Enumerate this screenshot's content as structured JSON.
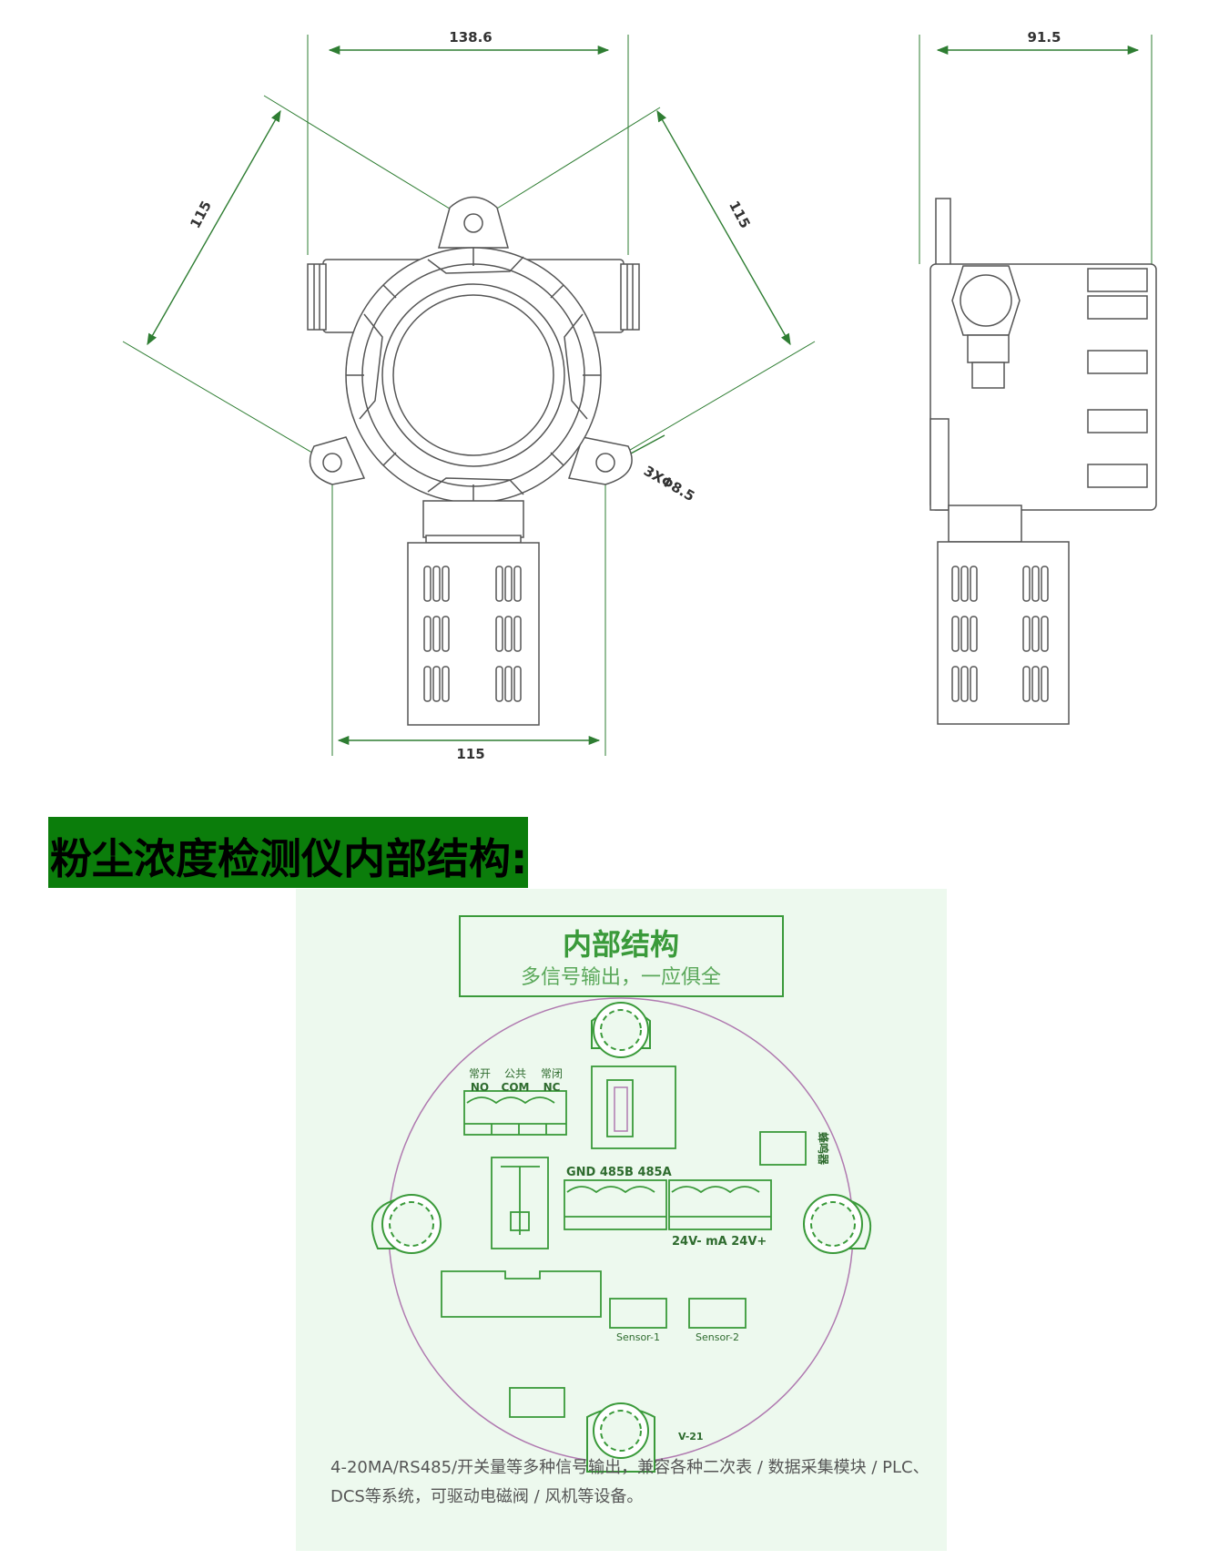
{
  "dimensions": {
    "front_width": "138.6",
    "side_depth": "91.5",
    "mount_left": "115",
    "mount_right": "115",
    "bottom_span": "115",
    "hole_note": "3XΦ8.5"
  },
  "section_title": "粉尘浓度检测仪内部结构:",
  "internal": {
    "title": "内部结构",
    "subtitle": "多信号输出，一应俱全",
    "relay_top": [
      "常开",
      "公共",
      "常闭"
    ],
    "relay_bottom": [
      "NO",
      "COM",
      "NC"
    ],
    "rs485_labels": "GND 485B 485A",
    "power_labels": "24V- mA 24V+",
    "buzzer_label": "蜂鸣器",
    "sensor1": "Sensor-1",
    "sensor2": "Sensor-2",
    "version": "V-21",
    "footer_line1": "4-20MA/RS485/开关量等多种信号输出，兼容各种二次表 / 数据采集模块 / PLC、",
    "footer_line2": "DCS等系统，可驱动电磁阀 / 风机等设备。"
  },
  "colors": {
    "drawing_line": "#555555",
    "dimension_line": "#2e7d32",
    "title_bar": "#0b7d0b",
    "panel_bg": "#edf9ee",
    "pcb_line": "#3a9a3a",
    "board_outline": "#b07ab0"
  }
}
